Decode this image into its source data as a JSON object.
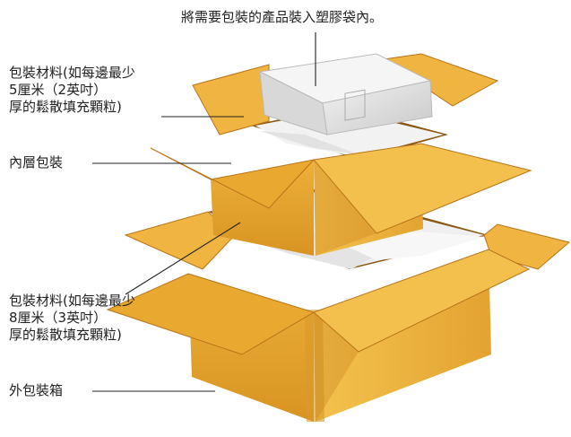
{
  "labels": {
    "bag_note": "將需要包裝的產品裝入塑膠袋內。",
    "inner_fill": [
      "包裝材料(如每邊最少",
      "5厘米（2英吋）",
      "厚的鬆散填充顆粒)"
    ],
    "inner_box": "內層包裝",
    "outer_fill": [
      "包裝材料(如每邊最少",
      "8厘米（3英吋）",
      "厚的鬆散填充顆粒)"
    ],
    "outer_box": "外包裝箱"
  },
  "colors": {
    "cardboard": "#E8A62C",
    "cardboard_dark": "#B8741A",
    "cardboard_light": "#F2BE4E",
    "filler": "#F4F4F4",
    "bag": "#DDDDDD"
  }
}
